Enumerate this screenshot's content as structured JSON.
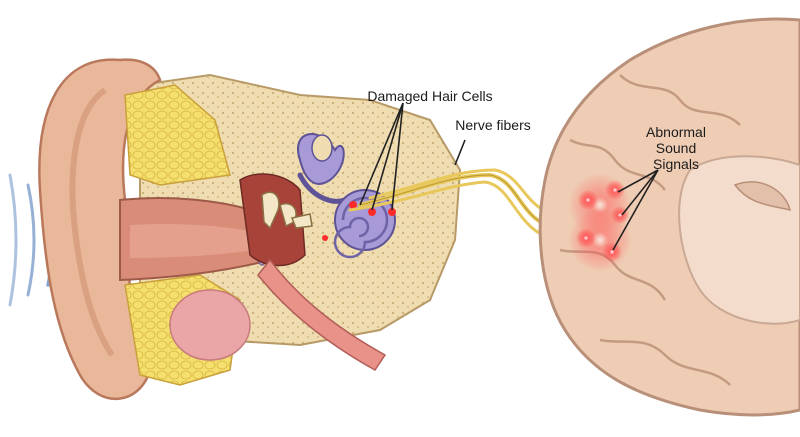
{
  "labels": {
    "damaged_hair_cells": "Damaged Hair Cells",
    "nerve_fibers": "Nerve fibers",
    "abnormal_line1": "Abnormal",
    "abnormal_line2": "Sound",
    "abnormal_line3": "Signals"
  },
  "colors": {
    "background": "#ffffff",
    "skin": "#e9b89a",
    "skin_shadow": "#cf8f72",
    "bone": "#efdcb0",
    "bone_dots": "#c9ad78",
    "fat": "#f5df6e",
    "canal": "#d98c78",
    "cochlea": "#a79ad6",
    "cochlea_dark": "#6f63a8",
    "nerve": "#e8c85a",
    "brain": "#efcdb5",
    "brain_outline": "#b88f78",
    "glow": "#ff3b3b",
    "sound_waves": "#6a8fc4"
  }
}
